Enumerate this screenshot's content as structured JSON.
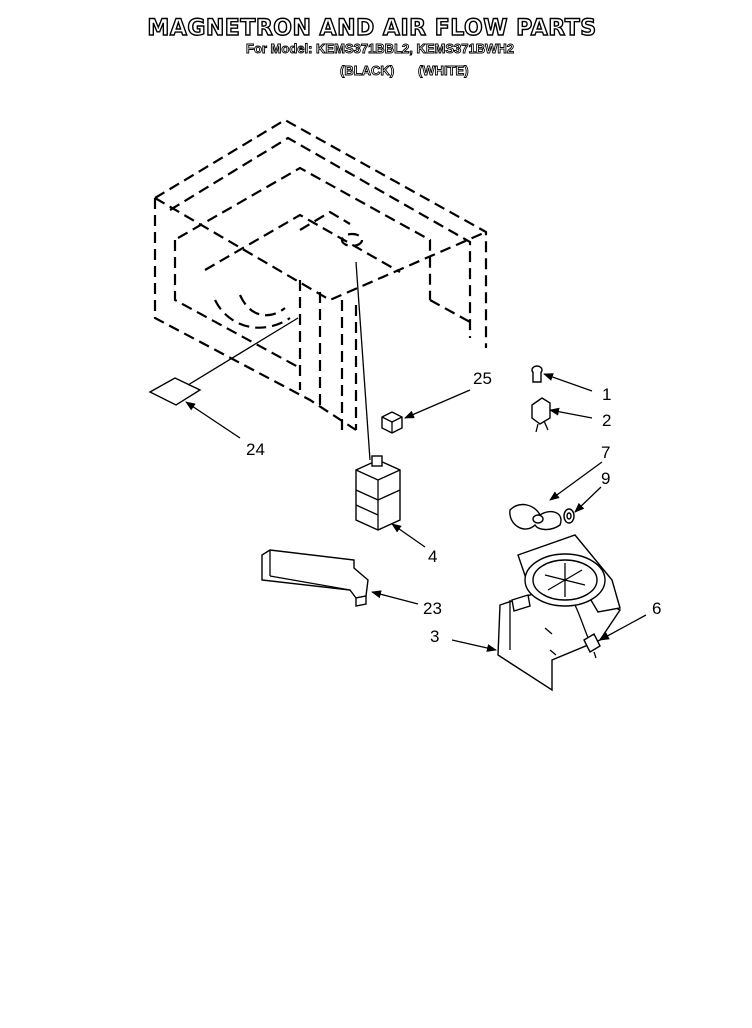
{
  "header": {
    "title": "MAGNETRON AND AIR FLOW PARTS",
    "subtitle": "For Model: KEMS371BBL2, KEMS371BWH2",
    "color_black": "(BLACK)",
    "color_white": "(WHITE)"
  },
  "callouts": [
    {
      "id": "1",
      "label": "1"
    },
    {
      "id": "2",
      "label": "2"
    },
    {
      "id": "7",
      "label": "7"
    },
    {
      "id": "9",
      "label": "9"
    },
    {
      "id": "25",
      "label": "25"
    },
    {
      "id": "24",
      "label": "24"
    },
    {
      "id": "4",
      "label": "4"
    },
    {
      "id": "23",
      "label": "23"
    },
    {
      "id": "6",
      "label": "6"
    },
    {
      "id": "3",
      "label": "3"
    }
  ]
}
